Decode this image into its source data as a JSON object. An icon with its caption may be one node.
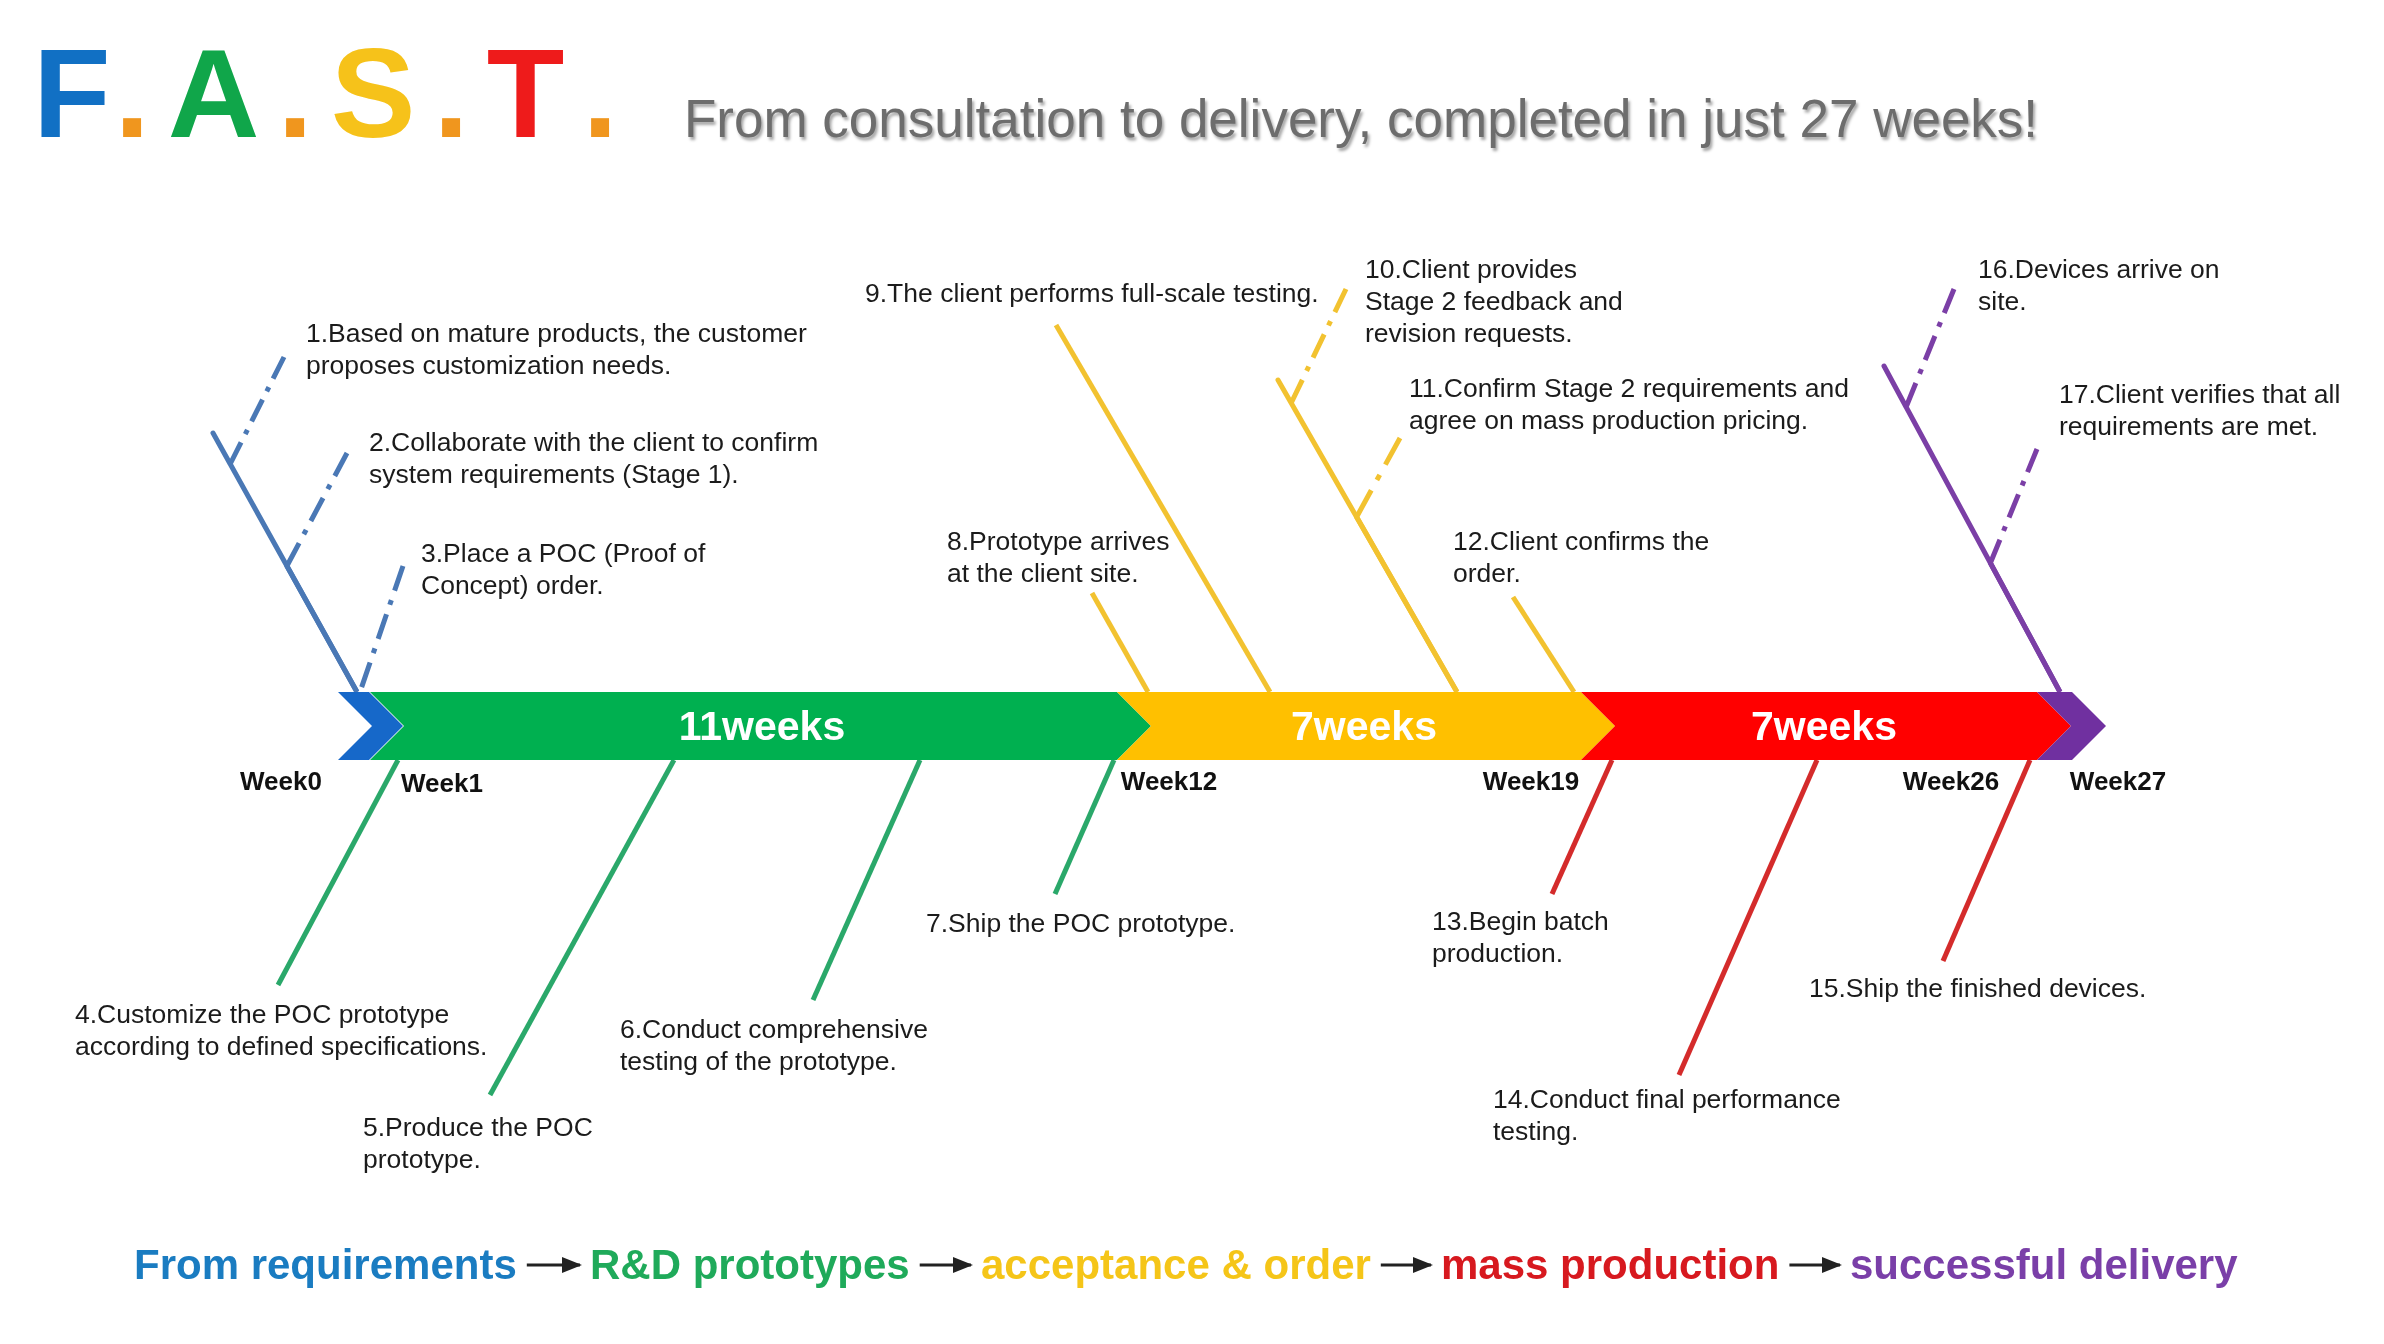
{
  "diagram": {
    "title": "F.A.S.T.",
    "nodes": [
      {
        "text": [
          "1.Based on mature products, the customer proposes customization needs."
        ]
      },
      {
        "text": [
          "2.Collaborate with the client to confirm system requirements (Stage 1)."
        ]
      },
      {
        "text": [
          "3.Place a POC (Proof of Concept) order."
        ]
      },
      {
        "text": [
          "4.Customize the POC prototype according to defined specifications."
        ]
      },
      {
        "text": [
          "5.Produce the POC prototype."
        ]
      },
      {
        "text": [
          "6.Conduct comprehensive testing of the prototype."
        ]
      },
      {
        "text": [
          "7.Ship the POC prototype."
        ]
      },
      {
        "text": [
          "8.Prototype arrives at the client site."
        ]
      },
      {
        "text": [
          "9.The client performs full-scale testing."
        ]
      },
      {
        "text": [
          "10.Client provides Stage 2 feedback and revision requests."
        ]
      },
      {
        "text": [
          "11.Confirm Stage 2 requirements and agree on mass production pricing."
        ]
      },
      {
        "text": [
          "12.Client confirms the order."
        ]
      },
      {
        "text": [
          "13.Begin batch production."
        ]
      },
      {
        "text": [
          "14.Conduct final performance testing."
        ]
      },
      {
        "text": [
          "15.Ship the finished devices."
        ]
      },
      {
        "text": [
          "16.Devices arrive on site."
        ]
      },
      {
        "text": [
          "17.Client verifies that all requirements are met."
        ]
      },
      {
        "text": [],
        "shape": "chevron"
      },
      {
        "text": [
          "11weeks"
        ]
      },
      {
        "text": [
          "7weeks"
        ]
      },
      {
        "text": [
          "7weeks"
        ]
      },
      {
        "text": [],
        "shape": "chevron"
      },
      {
        "text": [
          "From requirements"
        ]
      },
      {
        "text": [
          "R&D prototypes"
        ]
      },
      {
        "text": [
          "acceptance & order"
        ]
      },
      {
        "text": [
          "mass production"
        ]
      },
      {
        "text": [
          "successful delivery"
        ]
      }
    ],
    "edges": [
      {
        "from": 0,
        "to": 17,
        "arrow": "none",
        "style": "dashed",
        "color": "#4a78b5"
      },
      {
        "from": 1,
        "to": 17,
        "arrow": "none",
        "style": "dashed",
        "color": "#4a78b5"
      },
      {
        "from": 2,
        "to": 17,
        "arrow": "none",
        "style": "dashed",
        "color": "#4a78b5"
      },
      {
        "from": 3,
        "to": 18,
        "arrow": "none",
        "color": "#2aa86a"
      },
      {
        "from": 4,
        "to": 18,
        "arrow": "none",
        "color": "#2aa86a"
      },
      {
        "from": 5,
        "to": 18,
        "arrow": "none",
        "color": "#2aa86a"
      },
      {
        "from": 6,
        "to": 18,
        "arrow": "none",
        "color": "#2aa86a"
      },
      {
        "from": 7,
        "to": 19,
        "arrow": "none",
        "color": "#f2c230"
      },
      {
        "from": 8,
        "to": 19,
        "arrow": "none",
        "color": "#f2c230"
      },
      {
        "from": 9,
        "to": 19,
        "arrow": "none",
        "style": "dashed",
        "color": "#f2c230"
      },
      {
        "from": 10,
        "to": 19,
        "arrow": "none",
        "style": "dashed",
        "color": "#f2c230"
      },
      {
        "from": 11,
        "to": 19,
        "arrow": "none",
        "color": "#f2c230"
      },
      {
        "from": 12,
        "to": 20,
        "arrow": "none",
        "color": "#d42b2b"
      },
      {
        "from": 13,
        "to": 20,
        "arrow": "none",
        "color": "#d42b2b"
      },
      {
        "from": 14,
        "to": 20,
        "arrow": "none",
        "color": "#d42b2b"
      },
      {
        "from": 15,
        "to": 21,
        "arrow": "none",
        "style": "dashed",
        "color": "#7b3fa6"
      },
      {
        "from": 16,
        "to": 21,
        "arrow": "none",
        "style": "dashed",
        "color": "#7b3fa6"
      },
      {
        "from": 22,
        "to": 23,
        "arrow": "to",
        "color": "#222222"
      },
      {
        "from": 23,
        "to": 24,
        "arrow": "to",
        "color": "#222222"
      },
      {
        "from": 24,
        "to": 25,
        "arrow": "to",
        "color": "#222222"
      },
      {
        "from": 25,
        "to": 26,
        "arrow": "to",
        "color": "#222222"
      }
    ],
    "labels": [
      "From consultation to delivery, completed in just 27 weeks!",
      "Week0",
      "Week1",
      "Week12",
      "Week19",
      "Week26",
      "Week27"
    ]
  }
}
